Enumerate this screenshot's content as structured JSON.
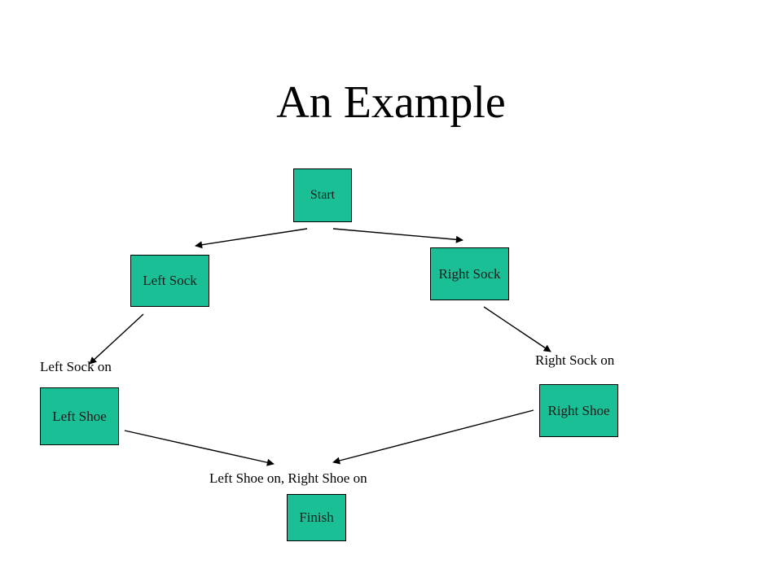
{
  "title": "An Example",
  "node_color": "#1bbf95",
  "nodes": {
    "start": "Start",
    "left_sock": "Left Sock",
    "right_sock": "Right Sock",
    "left_shoe": "Left Shoe",
    "right_shoe": "Right Shoe",
    "finish": "Finish"
  },
  "states": {
    "left_sock_on": "Left Sock on",
    "right_sock_on": "Right Sock on",
    "shoes_on": "Left Shoe on, Right Shoe on"
  },
  "edges": [
    {
      "from": "start",
      "to": "left_sock"
    },
    {
      "from": "start",
      "to": "right_sock"
    },
    {
      "from": "left_sock",
      "to": "left_shoe"
    },
    {
      "from": "right_sock",
      "to": "right_shoe"
    },
    {
      "from": "left_shoe",
      "to": "finish"
    },
    {
      "from": "right_shoe",
      "to": "finish"
    }
  ]
}
